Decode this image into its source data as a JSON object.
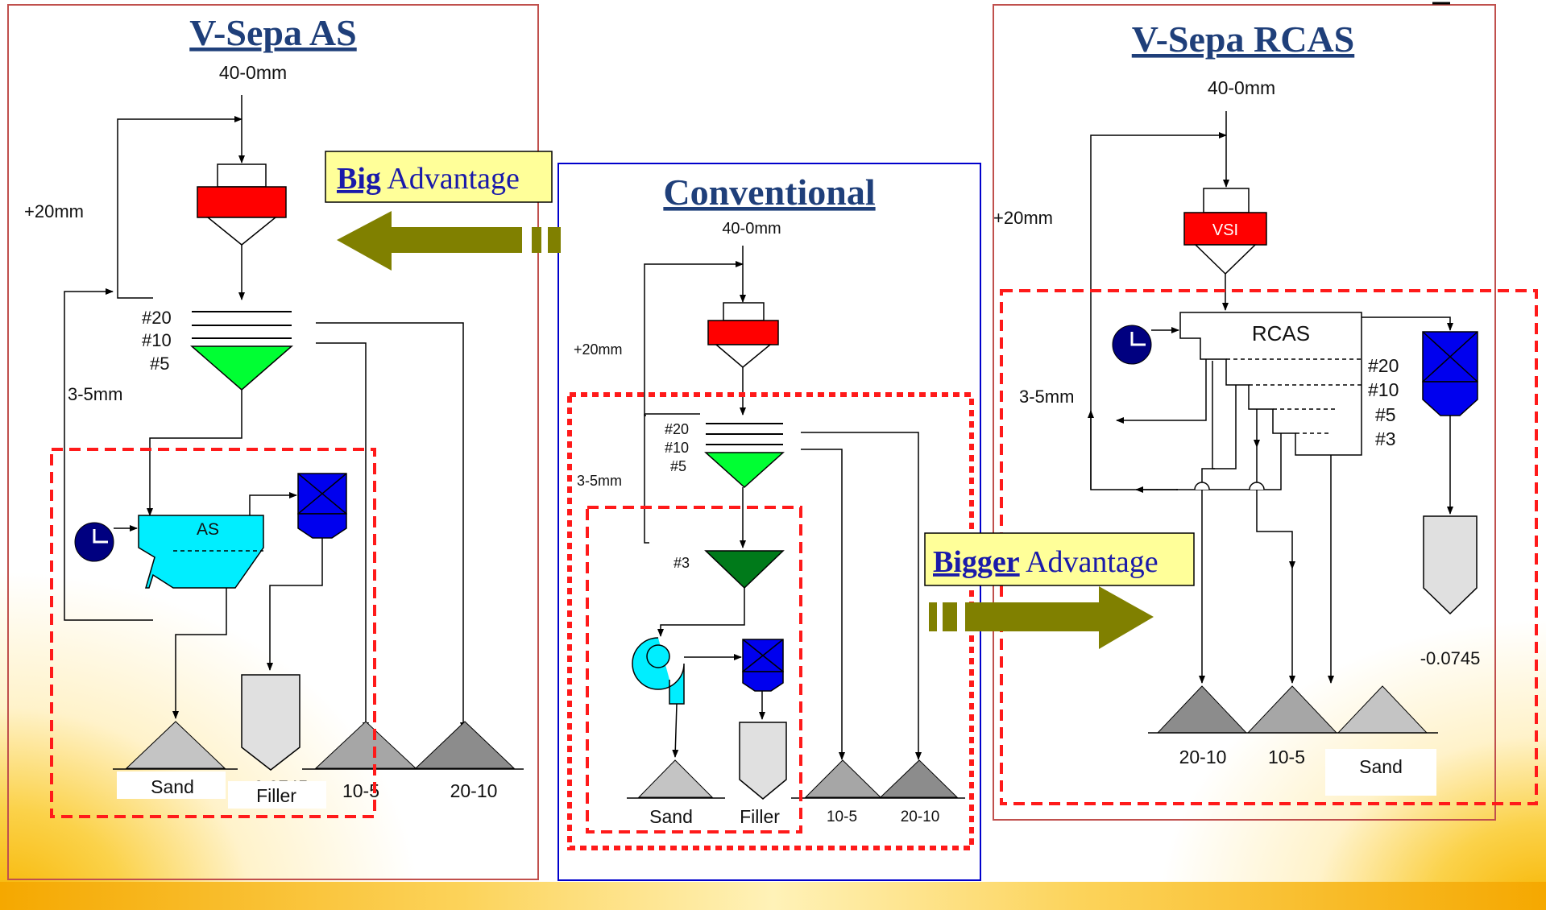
{
  "colors": {
    "accent_title": "#1f3f7a",
    "crusher_red": "#ff0000",
    "screen_green": "#00ff33",
    "fine_screen_green": "#007a1a",
    "as_cyan": "#00eeff",
    "bag_blue": "#0000ee",
    "fan_navy": "#000080",
    "arrow_olive": "#808000",
    "highlight_red": "#ff1a1a",
    "callout_fill": "#ffff99"
  },
  "panels": {
    "vsepa_as": {
      "title": "V-Sepa AS",
      "feed": "40-0mm",
      "recycle": "+20mm",
      "screens": [
        "#20",
        "#10",
        "#5"
      ],
      "return": "3-5mm",
      "unit": "AS",
      "products": {
        "sand": "Sand",
        "filler": "Filler",
        "filler_size": "-0.0745",
        "mid": "10-5",
        "coarse": "20-10"
      }
    },
    "conventional": {
      "title": "Conventional",
      "feed": "40-0mm",
      "recycle": "+20mm",
      "screens": [
        "#20",
        "#10",
        "#5"
      ],
      "fine_screen": "#3",
      "return": "3-5mm",
      "products": {
        "sand": "Sand",
        "filler": "Filler",
        "mid": "10-5",
        "coarse": "20-10"
      }
    },
    "vsepa_rcas": {
      "title": "V-Sepa RCAS",
      "feed": "40-0mm",
      "recycle": "+20mm",
      "crusher": "VSI",
      "unit": "RCAS",
      "screens": [
        "#20",
        "#10",
        "#5",
        "#3"
      ],
      "return": "3-5mm",
      "filler_size": "-0.0745",
      "products": {
        "coarse": "20-10",
        "mid": "10-5",
        "sand": "Sand"
      }
    }
  },
  "callouts": {
    "big": {
      "strong": "Big",
      "rest": " Advantage"
    },
    "bigger": {
      "strong": "Bigger",
      "rest": " Advantage"
    }
  }
}
